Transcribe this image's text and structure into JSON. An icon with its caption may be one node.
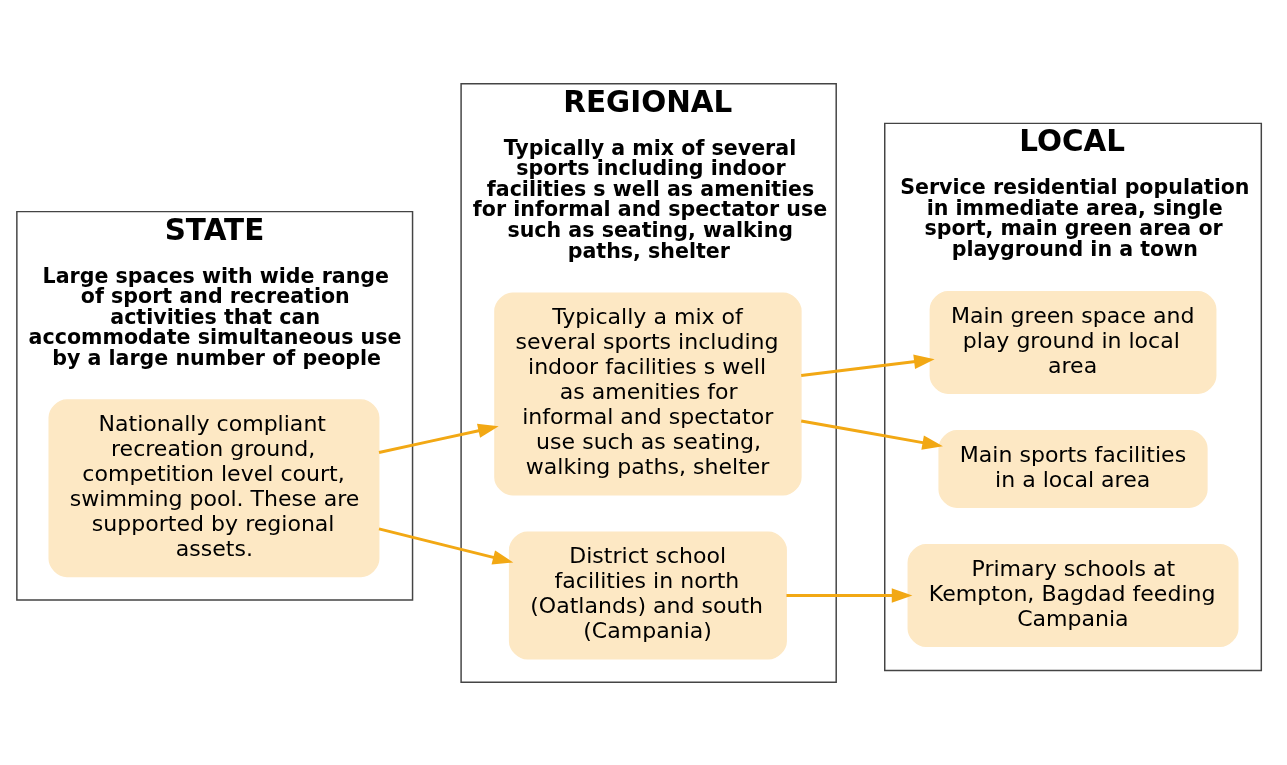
{
  "diagram": {
    "nodes": [
      {
        "text": [
          "STATE",
          "Large spaces with wide range of sport and recreation activities that can accommodate simultaneous use by a large number of people"
        ]
      },
      {
        "text": [
          "Nationally compliant recreation ground, competition level court, swimming pool. These are supported by regional assets."
        ],
        "in": 0
      },
      {
        "text": [
          "REGIONAL",
          "Typically a mix of several sports including indoor facilities s well as amenities for informal and spectator use such as seating, walking paths, shelter"
        ]
      },
      {
        "text": [
          "Typically a mix of several sports including indoor facilities s well as amenities for informal and spectator use such as seating, walking paths, shelter"
        ],
        "in": 2
      },
      {
        "text": [
          "District school facilities in north (Oatlands) and south (Campania)"
        ],
        "in": 2
      },
      {
        "text": [
          "LOCAL",
          "Service residential population in immediate area, single sport, main green area or playground in a town"
        ]
      },
      {
        "text": [
          "Main green space and play ground in local area"
        ],
        "in": 5
      },
      {
        "text": [
          "Main sports facilities in a local area"
        ],
        "in": 5
      },
      {
        "text": [
          "Primary schools at Kempton, Bagdad feeding Campania"
        ],
        "in": 5
      }
    ],
    "edges": [
      {
        "from": 1,
        "to": 3,
        "arrow": "to"
      },
      {
        "from": 1,
        "to": 4,
        "arrow": "to"
      },
      {
        "from": 3,
        "to": 6,
        "arrow": "to"
      },
      {
        "from": 3,
        "to": 7,
        "arrow": "to"
      },
      {
        "from": 4,
        "to": 8,
        "arrow": "to"
      }
    ]
  }
}
